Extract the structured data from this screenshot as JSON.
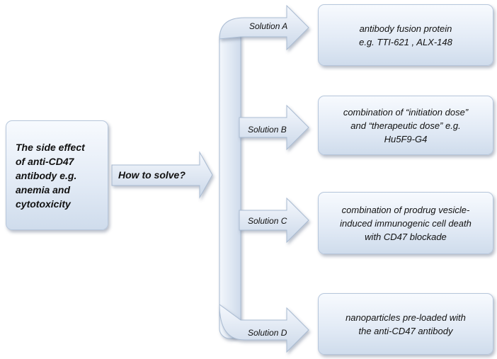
{
  "problem": {
    "lines": [
      "The  side effect",
      "of anti-CD47",
      "antibody e.g.",
      "anemia and",
      "cytotoxicity"
    ]
  },
  "connector": {
    "label": "How to solve?"
  },
  "solutions": [
    {
      "label": "Solution A",
      "lines": [
        "antibody fusion protein",
        "e.g. TTI-621 , ALX-148"
      ]
    },
    {
      "label": "Solution B",
      "lines": [
        "combination of “initiation dose”",
        "and “therapeutic dose” e.g.",
        "Hu5F9-G4"
      ]
    },
    {
      "label": "Solution C",
      "lines": [
        "combination of prodrug vesicle-",
        "induced immunogenic cell death",
        "with CD47 blockade"
      ]
    },
    {
      "label": "Solution D",
      "lines": [
        "nanoparticles pre-loaded with",
        "the anti-CD47 antibody"
      ]
    }
  ],
  "colors": {
    "box_light": "#f7fafe",
    "box_dark": "#cfdcec",
    "arrow_fill": "#dce6f2",
    "arrow_stroke": "#a9bbd2"
  }
}
